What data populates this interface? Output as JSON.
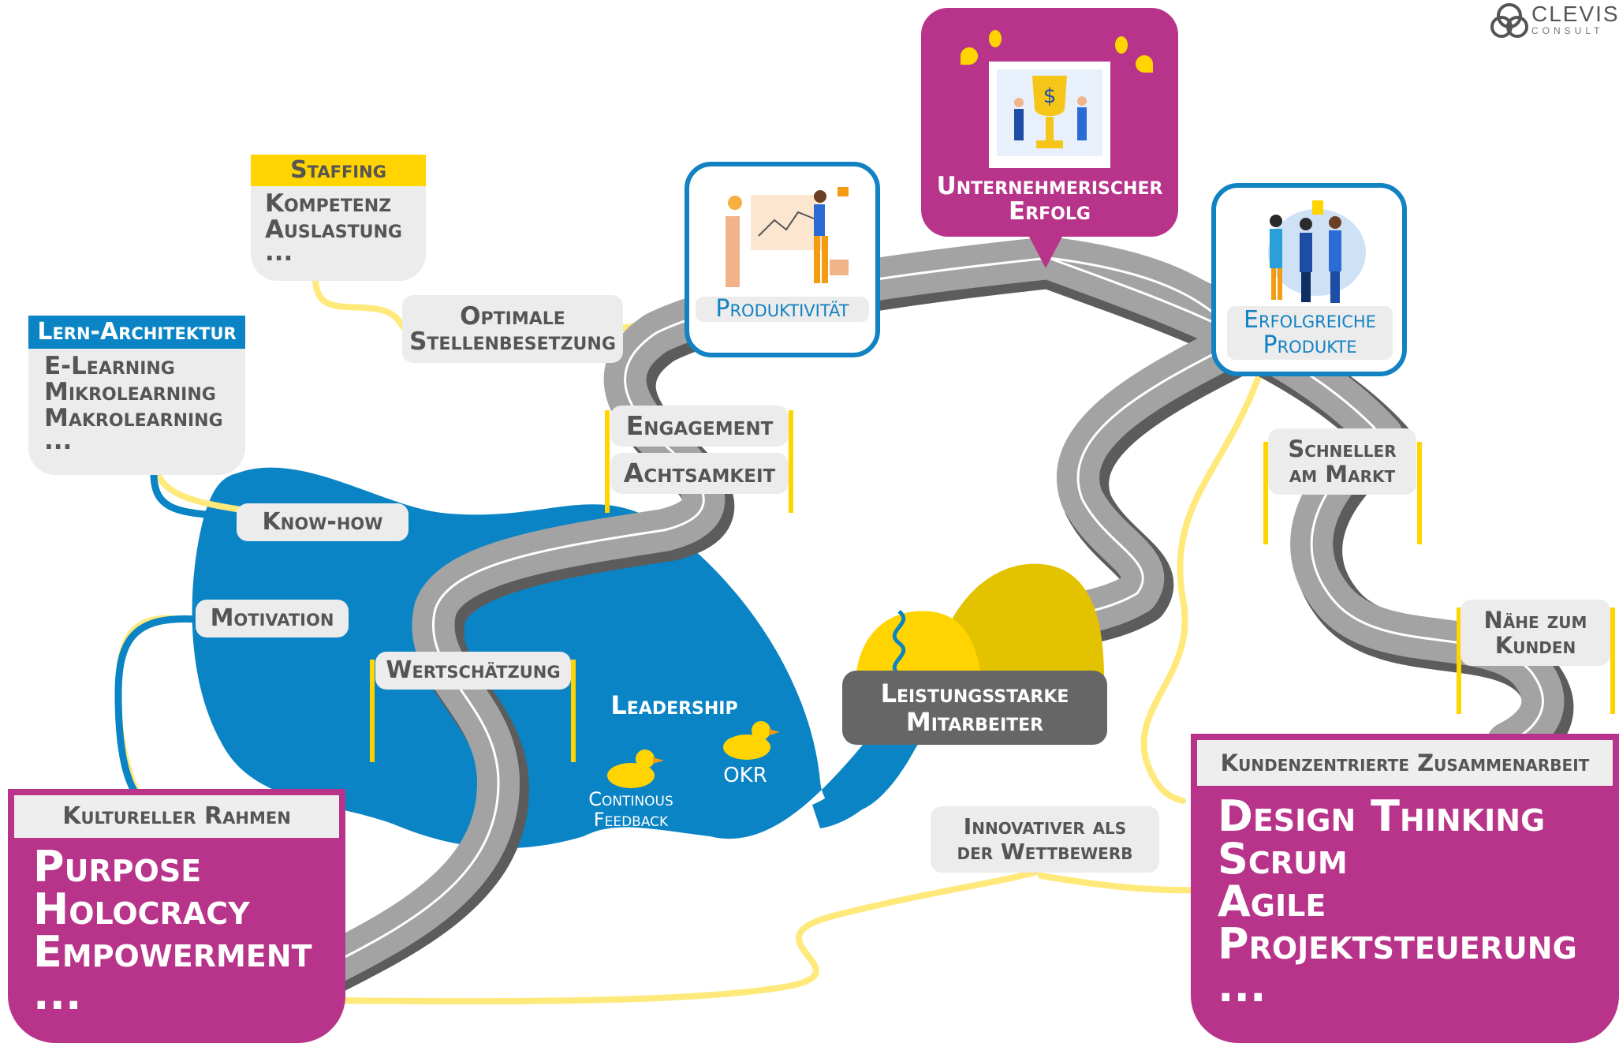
{
  "logo": {
    "text": "CLEVIS",
    "subtext": "CONSULT"
  },
  "goal": {
    "title_line1": "Unternehmerischer",
    "title_line2": "Erfolg"
  },
  "milestones": {
    "productivity": "Produktivität",
    "products_line1": "Erfolgreiche",
    "products_line2": "Produkte"
  },
  "staffing": {
    "header": "Staffing",
    "items": [
      "Kompetenz",
      "Auslastung",
      "..."
    ]
  },
  "learning": {
    "header": "Lern-Architektur",
    "items": [
      "E-Learning",
      "Mikrolearning",
      "Makrolearning",
      "..."
    ]
  },
  "road_labels": {
    "optimal_line1": "Optimale",
    "optimal_line2": "Stellenbesetzung",
    "engagement": "Engagement",
    "mindfulness": "Achtsamkeit",
    "knowhow": "Know-how",
    "motivation": "Motivation",
    "appreciation": "Wertschätzung",
    "faster_line1": "Schneller",
    "faster_line2": "am Markt",
    "customer_line1": "Nähe zum",
    "customer_line2": "Kunden",
    "innovative_line1": "Innovativer als",
    "innovative_line2": "der Wettbewerb"
  },
  "lake": {
    "leadership": "Leadership",
    "feedback_line1": "Continous",
    "feedback_line2": "Feedback",
    "okr": "OKR"
  },
  "performers": {
    "line1": "Leistungsstarke",
    "line2": "Mitarbeiter"
  },
  "culture": {
    "header": "Kultureller Rahmen",
    "items": [
      "Purpose",
      "Holocracy",
      "Empowerment",
      "..."
    ]
  },
  "customer_collab": {
    "header": "Kundenzentrierte Zusammenarbeit",
    "items": [
      "Design Thinking",
      "Scrum",
      "Agile",
      "Projektsteuerung",
      "..."
    ]
  },
  "colors": {
    "magenta": "#b7348a",
    "blue": "#0a84c4",
    "yellow": "#ffd400",
    "path_yellow": "#ffe97a",
    "road_gray": "#9b9b9b",
    "label_gray": "#ececec"
  }
}
